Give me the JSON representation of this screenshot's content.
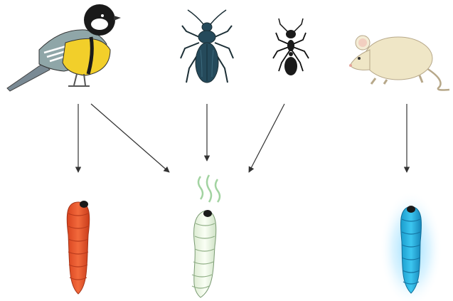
{
  "diagram": {
    "predators": [
      {
        "id": "bird",
        "icon": "great-tit-bird-icon"
      },
      {
        "id": "beetle",
        "icon": "ground-beetle-icon"
      },
      {
        "id": "ant",
        "icon": "ant-icon"
      },
      {
        "id": "mouse",
        "icon": "mouse-icon"
      }
    ],
    "larvae": [
      {
        "id": "red",
        "icon": "red-larva-icon",
        "color": "#e5532e",
        "segment_color": "#b83a1c"
      },
      {
        "id": "white",
        "icon": "pale-green-larva-icon",
        "color": "#eef6e4",
        "segment_color": "#8fae85",
        "odor_color": "#8cc98a"
      },
      {
        "id": "blue",
        "icon": "glowing-blue-larva-icon",
        "color": "#2ab2df",
        "segment_color": "#1575a3",
        "glow_color": "#7ad4ff"
      }
    ],
    "arrows": [
      {
        "from": "bird",
        "to": "red"
      },
      {
        "from": "bird",
        "to": "white"
      },
      {
        "from": "beetle",
        "to": "white"
      },
      {
        "from": "ant",
        "to": "white"
      },
      {
        "from": "mouse",
        "to": "blue"
      }
    ],
    "colors": {
      "arrow": "#333333",
      "bird_yellow": "#f2cf2a",
      "bird_black": "#1a1a1a",
      "beetle": "#254a5b",
      "mouse": "#efe6c6"
    }
  }
}
